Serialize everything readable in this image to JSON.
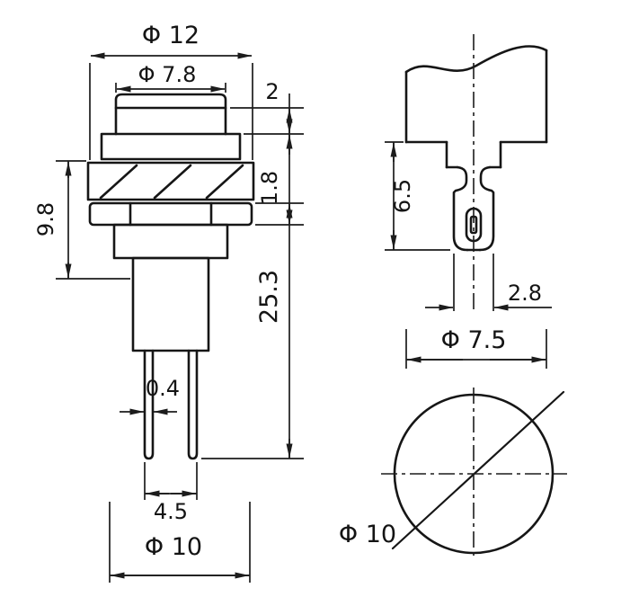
{
  "meta": {
    "title": "Push button switch dimension drawing"
  },
  "front_view": {
    "dim_cap_diameter": "Φ 12",
    "dim_button_diameter": "Φ 7.8",
    "dim_button_lip_height": "2",
    "dim_washer_thickness": "1.8",
    "dim_stack_height": "9.8",
    "dim_total_height": "25.3",
    "dim_pin_thickness": "0.4",
    "dim_pin_spacing": "4.5",
    "dim_base_diameter": "Φ 10"
  },
  "side_view": {
    "dim_terminal_length": "6.5",
    "dim_terminal_width": "2.8",
    "dim_shank_diameter": "Φ 7.5"
  },
  "top_view": {
    "dim_outer_diameter": "Φ 10"
  }
}
